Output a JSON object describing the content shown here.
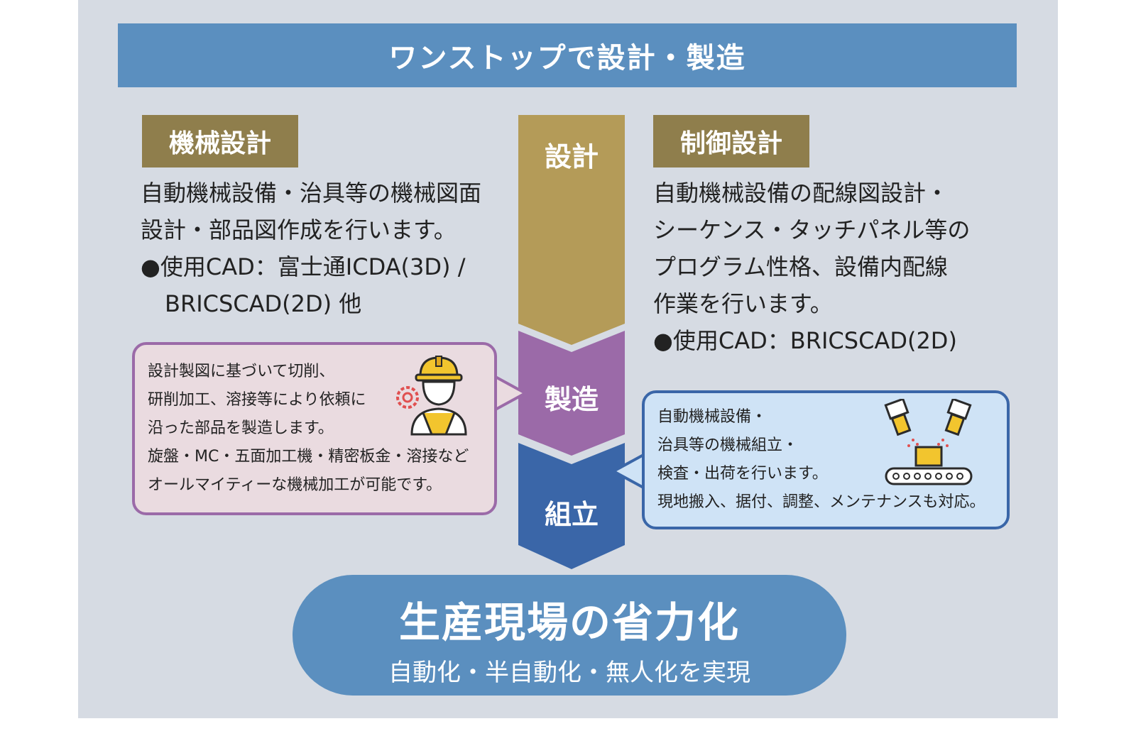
{
  "banner": {
    "title": "ワンストップで設計・製造"
  },
  "mechanical": {
    "tag": "機械設計",
    "lines": [
      "自動機械設備・治具等の機械図面",
      "設計・部品図作成を行います。",
      "●使用CAD：富士通ICDA(3D) /",
      "BRICSCAD(2D) 他"
    ]
  },
  "control": {
    "tag": "制御設計",
    "lines": [
      "自動機械設備の配線図設計・",
      "シーケンス・タッチパネル等の",
      "プログラム性格、設備内配線",
      "作業を行います。",
      "●使用CAD：BRICSCAD(2D)"
    ]
  },
  "flow": {
    "step1": "設計",
    "step2": "製造",
    "step3": "組立"
  },
  "manufacturing_bubble": {
    "lines": [
      "設計製図に基づいて切削、",
      "研削加工、溶接等により依頼に",
      "沿った部品を製造します。",
      "旋盤・MC・五面加工機・精密板金・溶接など",
      "オールマイティーな機械加工が可能です。"
    ],
    "icon": "worker-gear-icon"
  },
  "assembly_bubble": {
    "lines": [
      "自動機械設備・",
      "治具等の機械組立・",
      "検査・出荷を行います。",
      "現地搬入、据付、調整、メンテナンスも対応。"
    ],
    "icon": "robot-arms-conveyor-icon"
  },
  "result": {
    "title": "生産現場の省力化",
    "subtitle": "自動化・半自動化・無人化を実現"
  },
  "colors": {
    "banner": "#5b8fbf",
    "tag": "#8f7e4c",
    "design": "#b49b58",
    "manufacture": "#9b6aa8",
    "assembly": "#3a66a8"
  }
}
